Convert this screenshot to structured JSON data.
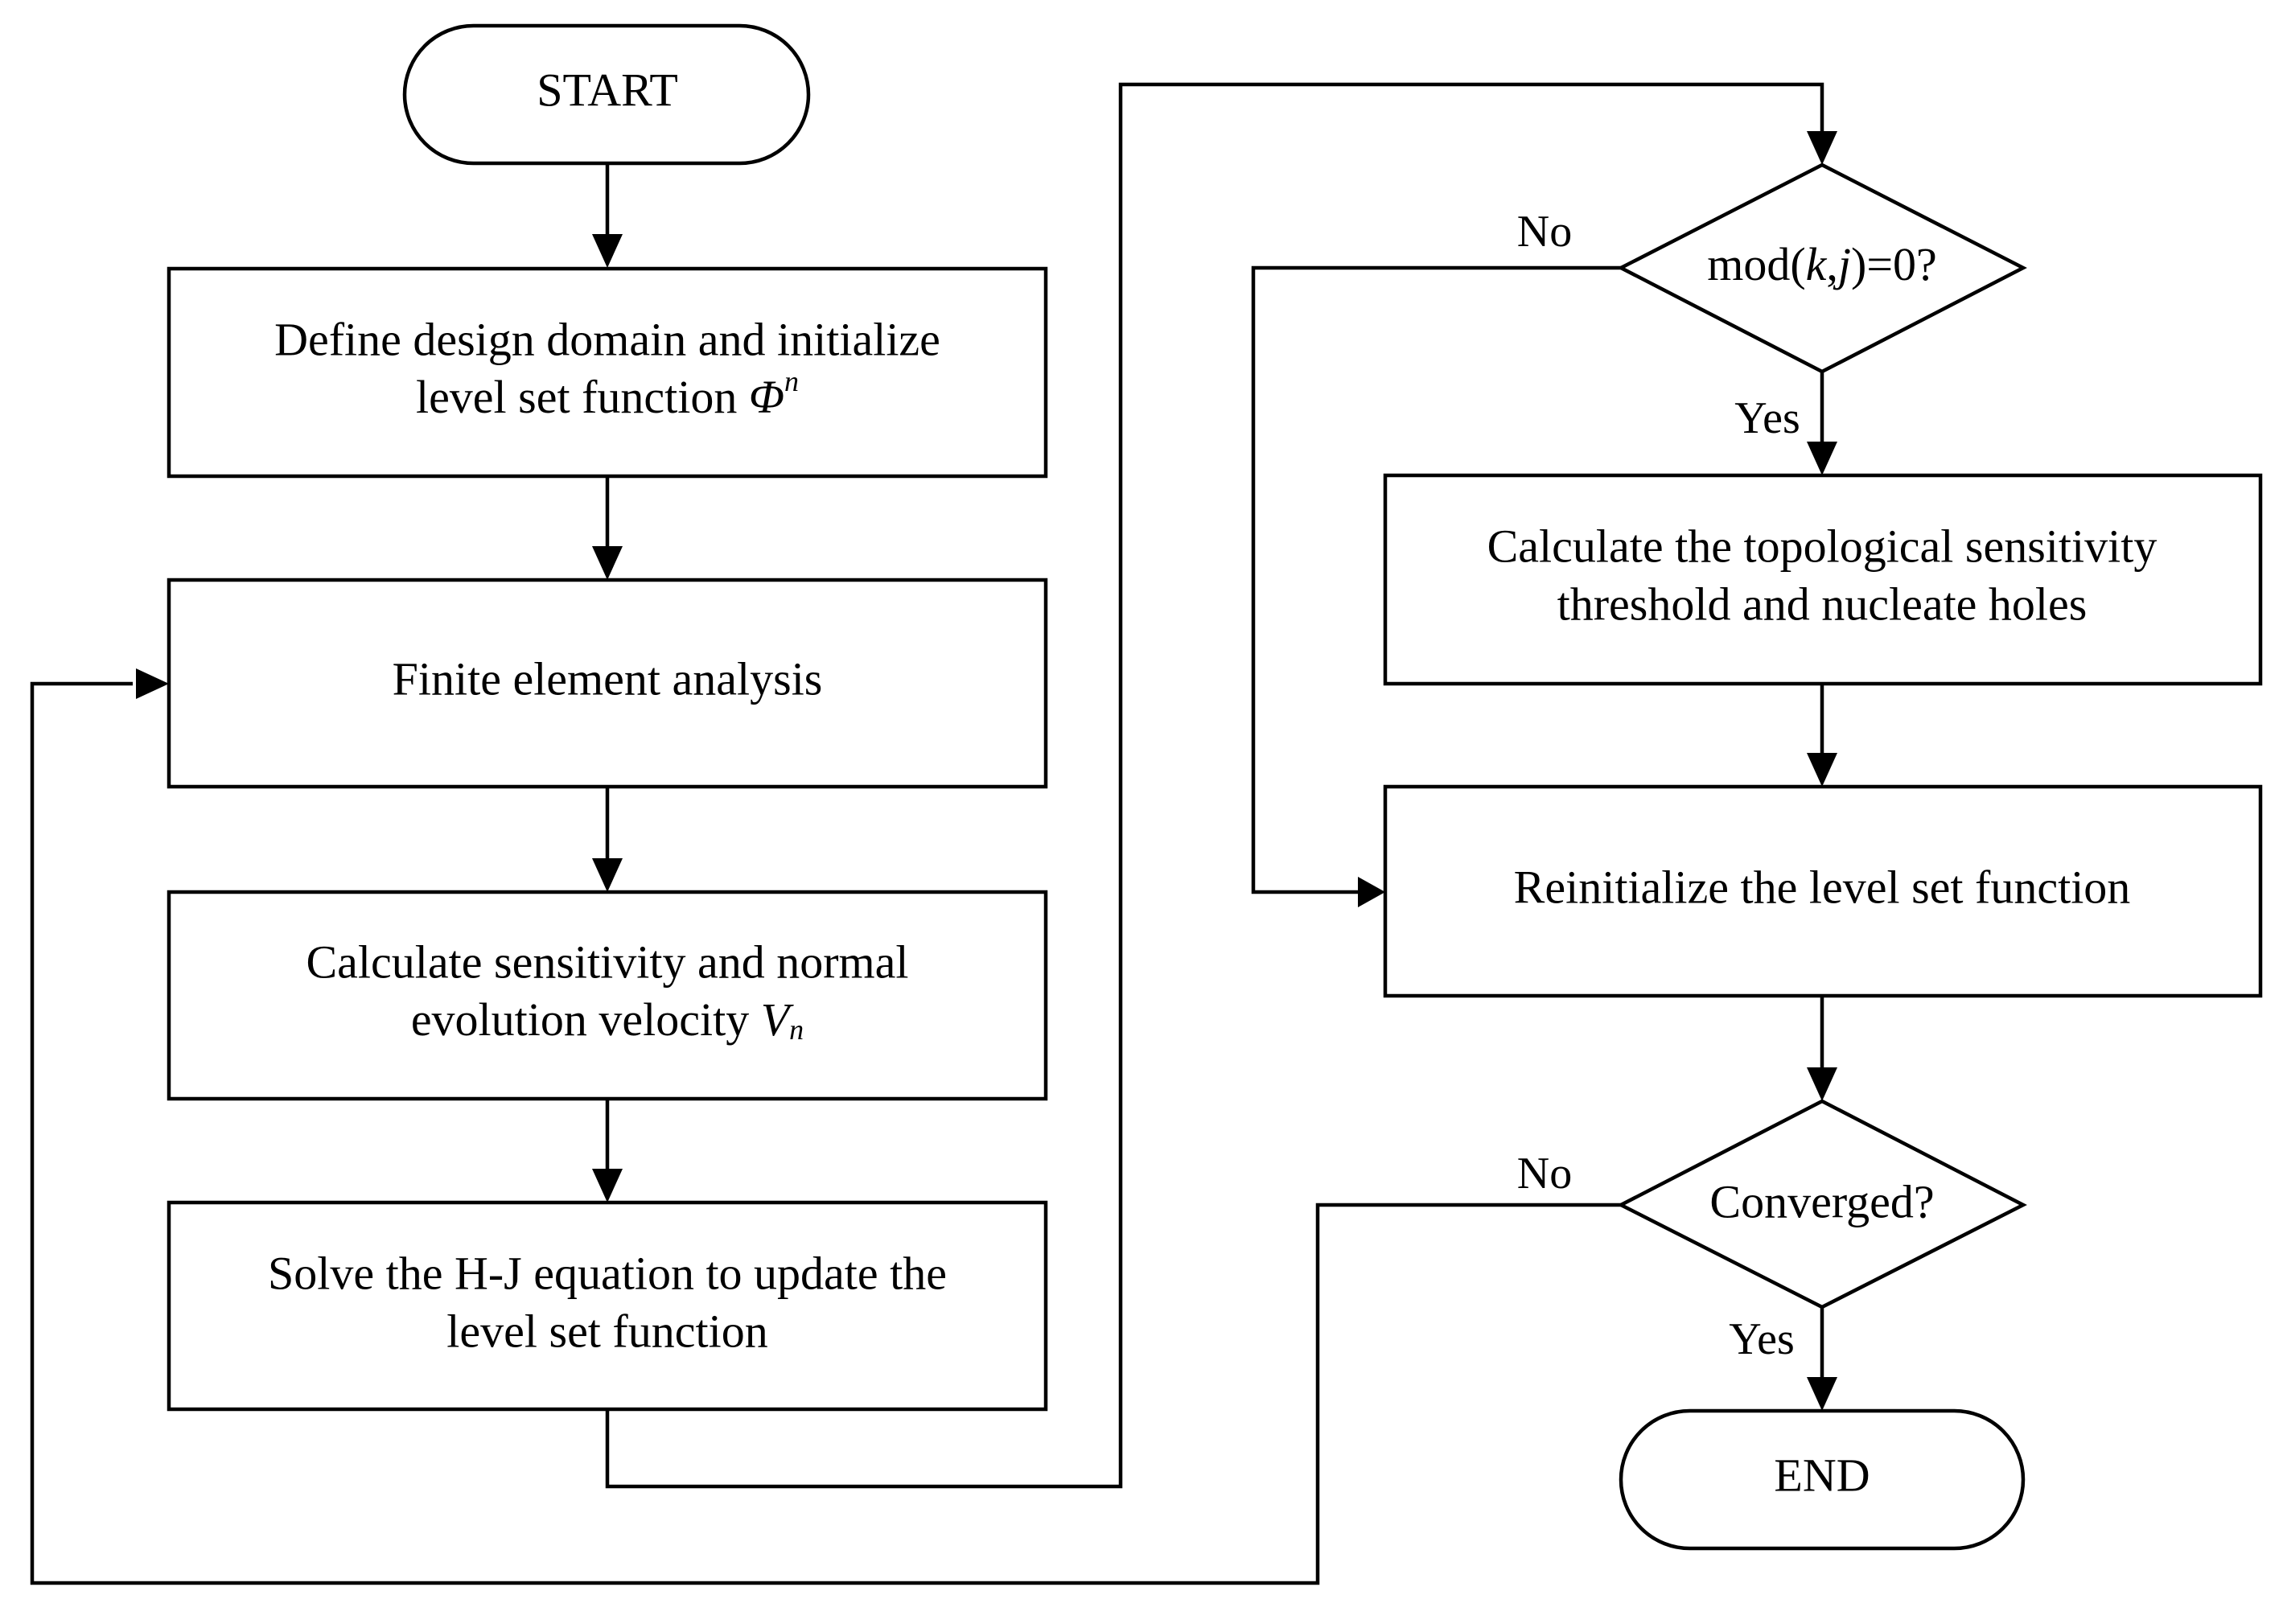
{
  "flowchart": {
    "start": {
      "label": "START"
    },
    "define_domain": {
      "line1": "Define design domain and initialize",
      "line2_prefix": "level set function ",
      "phi_symbol": "Φ",
      "phi_superscript": "n"
    },
    "finite_element": {
      "label": "Finite element analysis"
    },
    "sensitivity": {
      "line1": "Calculate sensitivity and normal",
      "line2_prefix": "evolution velocity ",
      "v_symbol": "V",
      "v_subscript": "n"
    },
    "solve_hj": {
      "line1": "Solve the H-J equation to update the",
      "line2": "level set function"
    },
    "mod_decision": {
      "prefix": "mod(",
      "var_k": "k",
      "comma": ",",
      "var_j": "j",
      "suffix": ")=0?"
    },
    "topological": {
      "line1": "Calculate the topological sensitivity",
      "line2": "threshold and nucleate holes"
    },
    "reinitialize": {
      "label": "Reinitialize the level set function"
    },
    "converged_decision": {
      "label": "Converged?"
    },
    "end": {
      "label": "END"
    },
    "branches": {
      "mod_no": "No",
      "mod_yes": "Yes",
      "converged_no": "No",
      "converged_yes": "Yes"
    }
  }
}
